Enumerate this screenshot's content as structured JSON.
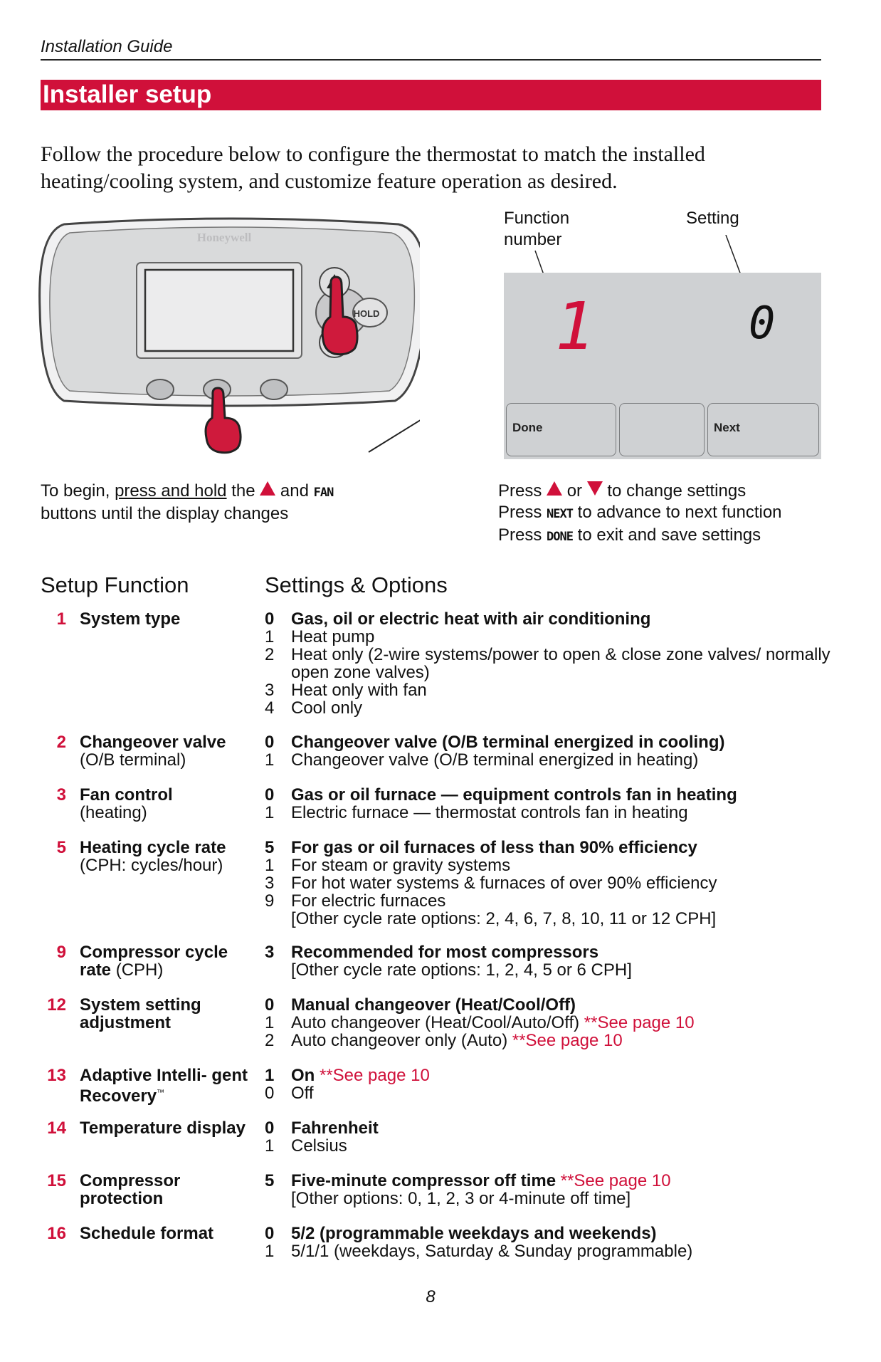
{
  "header": {
    "guide_title": "Installation Guide",
    "section_title": "Installer setup"
  },
  "intro": "Follow the procedure below to configure the thermostat to match the installed heating/cooling system, and customize feature operation as desired.",
  "thermostat": {
    "brand": "Honeywell",
    "hold_label": "HOLD"
  },
  "display": {
    "function_label": "Function number",
    "setting_label": "Setting",
    "function_value": "1",
    "setting_value": "0",
    "buttons": {
      "done": "Done",
      "next": "Next"
    }
  },
  "left_instr": {
    "pre": "To begin, ",
    "underline": "press and hold",
    "mid": " the",
    "and": "and",
    "fan": "FAN",
    "line2": "buttons until the display changes"
  },
  "right_instr": {
    "press": "Press",
    "or": "or",
    "change": "to change settings",
    "next_key": "NEXT",
    "advance": "to advance to next function",
    "done_key": "DONE",
    "exit": "to exit and save settings"
  },
  "table": {
    "col1": "Setup Function",
    "col2": "Settings & Options",
    "see_page": "**See page 10",
    "tm": "™",
    "rows": [
      {
        "num": "1",
        "name_bold": "System type",
        "name_rest": "",
        "options": [
          {
            "k": "0",
            "v": "Gas, oil or electric heat with air conditioning"
          },
          {
            "k": "1",
            "v": "Heat pump"
          },
          {
            "k": "2",
            "v": "Heat only (2-wire systems/power to open & close zone valves/ normally open zone valves)"
          },
          {
            "k": "3",
            "v": "Heat only with fan"
          },
          {
            "k": "4",
            "v": "Cool only"
          }
        ]
      },
      {
        "num": "2",
        "name_bold": "Changeover valve",
        "name_rest": "(O/B terminal)",
        "options": [
          {
            "k": "0",
            "v": "Changeover valve (O/B terminal energized in cooling)"
          },
          {
            "k": "1",
            "v": "Changeover valve (O/B terminal energized in heating)"
          }
        ]
      },
      {
        "num": "3",
        "name_bold": "Fan control",
        "name_rest": "(heating)",
        "options": [
          {
            "k": "0",
            "v": "Gas or oil furnace — equipment controls fan in heating"
          },
          {
            "k": "1",
            "v": "Electric furnace — thermostat controls fan in heating"
          }
        ]
      },
      {
        "num": "5",
        "name_bold": "Heating cycle rate",
        "name_rest": "(CPH: cycles/hour)",
        "options": [
          {
            "k": "5",
            "v": "For gas or oil furnaces of less than 90% efficiency"
          },
          {
            "k": "1",
            "v": "For steam or gravity systems"
          },
          {
            "k": "3",
            "v": "For hot water systems & furnaces of over 90% efficiency"
          },
          {
            "k": "9",
            "v": "For electric furnaces"
          },
          {
            "k": "",
            "v": "[Other cycle rate options: 2, 4, 6, 7, 8, 10, 11 or 12 CPH]"
          }
        ]
      },
      {
        "num": "9",
        "name_bold": "Compressor cycle rate",
        "name_rest": "(CPH)",
        "options": [
          {
            "k": "3",
            "v": "Recommended for most compressors"
          },
          {
            "k": "",
            "v": "[Other cycle rate options: 1, 2, 4, 5 or 6 CPH]"
          }
        ]
      },
      {
        "num": "12",
        "name_bold": "System setting adjustment",
        "name_rest": "",
        "options": [
          {
            "k": "0",
            "v": "Manual changeover (Heat/Cool/Off)"
          },
          {
            "k": "1",
            "v": "Auto changeover (Heat/Cool/Auto/Off)"
          },
          {
            "k": "2",
            "v": "Auto changeover only (Auto)"
          }
        ]
      },
      {
        "num": "13",
        "name_bold": "Adaptive Intelli- gent Recovery",
        "name_rest": "",
        "options": [
          {
            "k": "1",
            "v": "On"
          },
          {
            "k": "0",
            "v": "Off"
          }
        ]
      },
      {
        "num": "14",
        "name_bold": "Temperature display",
        "name_rest": "",
        "options": [
          {
            "k": "0",
            "v": "Fahrenheit"
          },
          {
            "k": "1",
            "v": "Celsius"
          }
        ]
      },
      {
        "num": "15",
        "name_bold": "Compressor protection",
        "name_rest": "",
        "options": [
          {
            "k": "5",
            "v": "Five-minute compressor off time"
          },
          {
            "k": "",
            "v": "[Other options: 0, 1, 2, 3 or 4-minute off time]"
          }
        ]
      },
      {
        "num": "16",
        "name_bold": "Schedule format",
        "name_rest": "",
        "options": [
          {
            "k": "0",
            "v": "5/2 (programmable weekdays and weekends)"
          },
          {
            "k": "1",
            "v": "5/1/1 (weekdays, Saturday & Sunday programmable)"
          }
        ]
      }
    ]
  },
  "page_number": "8",
  "colors": {
    "accent": "#d0103a",
    "display_bg": "#cfd1d3"
  }
}
